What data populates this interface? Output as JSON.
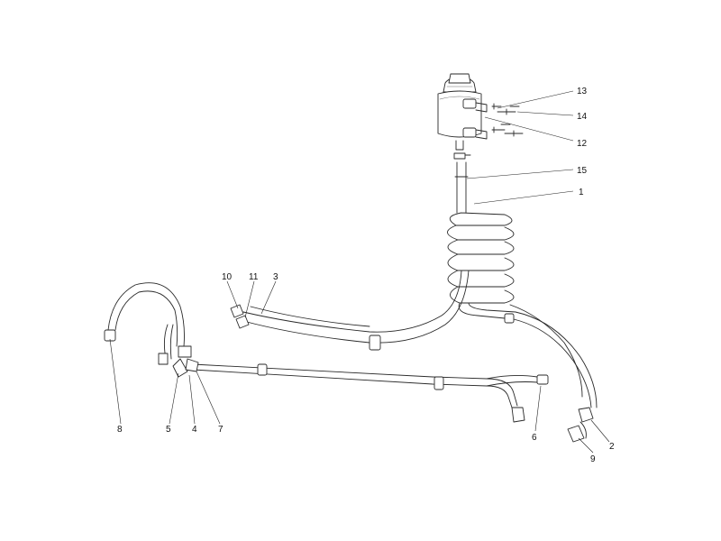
{
  "diagram": {
    "callouts": {
      "c1": "1",
      "c2": "2",
      "c3": "3",
      "c4": "4",
      "c5": "5",
      "c6": "6",
      "c7": "7",
      "c8": "8",
      "c9": "9",
      "c10": "10",
      "c11": "11",
      "c12": "12",
      "c13": "13",
      "c14": "14",
      "c15": "15"
    }
  }
}
